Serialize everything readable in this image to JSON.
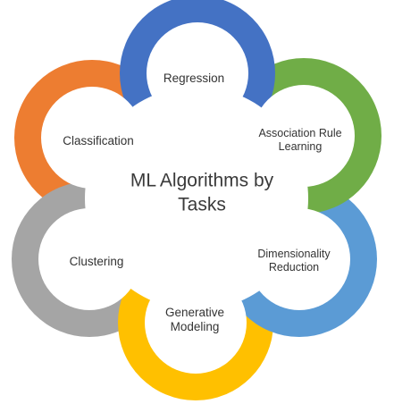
{
  "center_title": [
    "ML Algorithms by",
    "Tasks"
  ],
  "tasks": [
    {
      "id": "regression",
      "lines": [
        "Regression"
      ],
      "color": "#4472C4"
    },
    {
      "id": "association-rule-learning",
      "lines": [
        "Association Rule",
        "Learning"
      ],
      "color": "#70AD47"
    },
    {
      "id": "dimensionality-reduction",
      "lines": [
        "Dimensionality",
        "Reduction"
      ],
      "color": "#5B9BD5"
    },
    {
      "id": "generative-modeling",
      "lines": [
        "Generative",
        "Modeling"
      ],
      "color": "#FFC000"
    },
    {
      "id": "clustering",
      "lines": [
        "Clustering"
      ],
      "color": "#A5A5A5"
    },
    {
      "id": "classification",
      "lines": [
        "Classification"
      ],
      "color": "#ED7D31"
    }
  ]
}
